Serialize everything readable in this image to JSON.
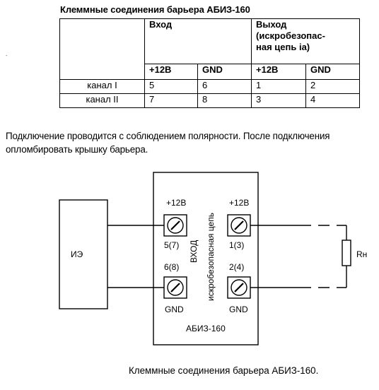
{
  "title": "Клеммные соединения барьера АБИЗ-160",
  "table": {
    "input_header": "Вход",
    "output_header": "Выход (искробезопас-ная цепь ia)",
    "output_header_lines": [
      "Выход",
      "(искробезопас-",
      "ная цепь ia)"
    ],
    "subheaders": [
      "+12В",
      "GND",
      "+12В",
      "GND"
    ],
    "rows": [
      {
        "label": "канал I",
        "values": [
          "5",
          "6",
          "1",
          "2"
        ]
      },
      {
        "label": "канал II",
        "values": [
          "7",
          "8",
          "3",
          "4"
        ]
      }
    ]
  },
  "stray_mark": ".",
  "paragraph": [
    "Подключение проводится с соблюдением полярности. После подключения",
    "опломбировать крышку барьера."
  ],
  "diagram": {
    "left_device": "ИЭ",
    "barrier_name": "АБИЗ-160",
    "input_label": "ВХОД",
    "safe_circuit_label": "искробезопасная цепь",
    "load_label": "Rн",
    "terminals": {
      "in_top_label": "+12В",
      "in_top_number": "5(7)",
      "in_bottom_number": "6(8)",
      "in_bottom_label": "GND",
      "out_top_label": "+12В",
      "out_top_number": "1(3)",
      "out_bottom_number": "2(4)",
      "out_bottom_label": "GND"
    }
  },
  "caption": "Клеммные соединения барьера АБИЗ-160."
}
